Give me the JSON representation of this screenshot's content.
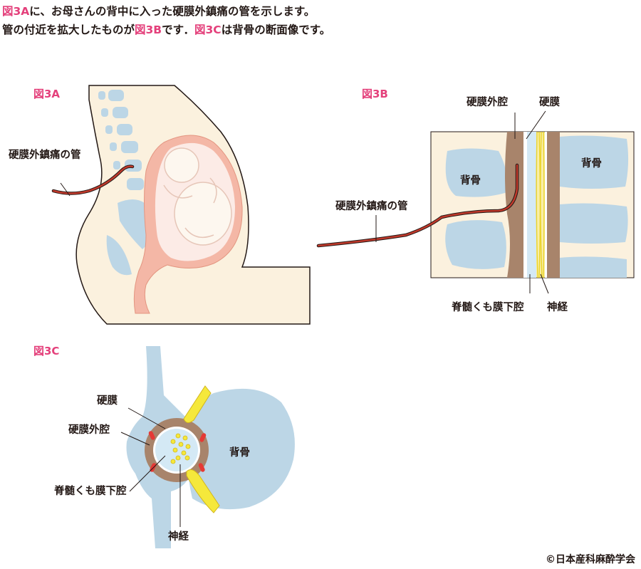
{
  "intro": {
    "line1": [
      {
        "text": "図3A",
        "accent": true
      },
      {
        "text": "に、お母さんの背中に入った硬膜外鎮痛の管を示します。",
        "accent": false
      }
    ],
    "line2": [
      {
        "text": "管の付近を拡大したものが",
        "accent": false
      },
      {
        "text": "図3B",
        "accent": true
      },
      {
        "text": "です．",
        "accent": false
      },
      {
        "text": "図3C",
        "accent": true
      },
      {
        "text": "は背骨の断面像です。",
        "accent": false
      }
    ]
  },
  "fig_a": {
    "label": "図3A",
    "catheter_label": "硬膜外鎮痛の管"
  },
  "fig_b": {
    "label": "図3B",
    "epidural_space": "硬膜外腔",
    "dura": "硬膜",
    "spine_left": "背骨",
    "spine_right": "背骨",
    "catheter_label": "硬膜外鎮痛の管",
    "subarachnoid": "脊髄くも膜下腔",
    "nerve": "神経"
  },
  "fig_c": {
    "label": "図3C",
    "dura": "硬膜",
    "epidural_space": "硬膜外腔",
    "spine": "背骨",
    "subarachnoid": "脊髄くも膜下腔",
    "nerve": "神経"
  },
  "copyright": "©日本産科麻酔学会",
  "colors": {
    "accent": "#e4407b",
    "bone": "#bcd6e6",
    "skin": "#fbf1de",
    "uterus": "#f4b7a6",
    "catheter": "#c0392b",
    "dura_brown": "#a8846b",
    "nerve_yellow": "#f5e83b"
  }
}
